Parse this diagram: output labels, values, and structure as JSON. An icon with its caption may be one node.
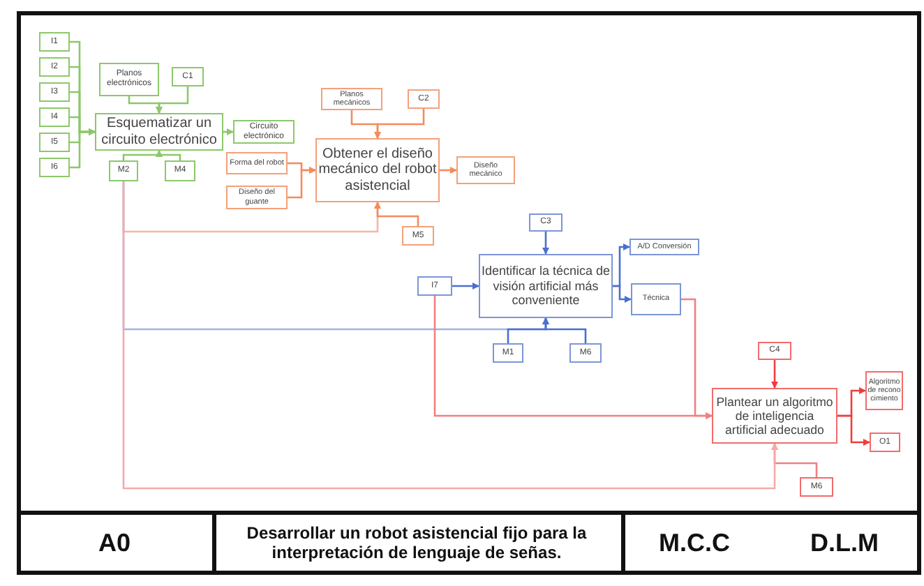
{
  "diagram": {
    "nodes": [
      {
        "text": [
          "I1"
        ]
      },
      {
        "text": [
          "I2"
        ]
      },
      {
        "text": [
          "I3"
        ]
      },
      {
        "text": [
          "I4"
        ]
      },
      {
        "text": [
          "I5"
        ]
      },
      {
        "text": [
          "I6"
        ]
      },
      {
        "text": [
          "Planos electrónicos"
        ]
      },
      {
        "text": [
          "C1"
        ]
      },
      {
        "text": [
          "Esquematizar un circuito electrónico"
        ]
      },
      {
        "text": [
          "Circuito electrónico"
        ]
      },
      {
        "text": [
          "M2"
        ]
      },
      {
        "text": [
          "M4"
        ]
      },
      {
        "text": [
          "Planos mecánicos"
        ]
      },
      {
        "text": [
          "C2"
        ]
      },
      {
        "text": [
          "Forma del robot"
        ]
      },
      {
        "text": [
          "Diseño del guante"
        ]
      },
      {
        "text": [
          "Obtener el diseño mecánico del robot asistencial"
        ]
      },
      {
        "text": [
          "Diseño mecánico"
        ]
      },
      {
        "text": [
          "M5"
        ]
      },
      {
        "text": [
          "C3"
        ]
      },
      {
        "text": [
          "I7"
        ]
      },
      {
        "text": [
          "Identificar la técnica de visión artificial más conveniente"
        ]
      },
      {
        "text": [
          "A/D Conversión"
        ]
      },
      {
        "text": [
          "Técnica"
        ]
      },
      {
        "text": [
          "M1"
        ]
      },
      {
        "text": [
          "M6"
        ]
      },
      {
        "text": [
          "C4"
        ]
      },
      {
        "text": [
          "Plantear un algoritmo de inteligencia artificial adecuado"
        ]
      },
      {
        "text": [
          "Algoritmo de reconocimiento"
        ]
      },
      {
        "text": [
          "O1"
        ]
      },
      {
        "text": [
          "M6"
        ]
      }
    ],
    "edges": [
      {
        "from": 0,
        "to": 8,
        "arrow": "to"
      },
      {
        "from": 1,
        "to": 8,
        "arrow": "to"
      },
      {
        "from": 2,
        "to": 8,
        "arrow": "to"
      },
      {
        "from": 3,
        "to": 8,
        "arrow": "to"
      },
      {
        "from": 4,
        "to": 8,
        "arrow": "to"
      },
      {
        "from": 5,
        "to": 8,
        "arrow": "to"
      },
      {
        "from": 6,
        "to": 8,
        "arrow": "to"
      },
      {
        "from": 7,
        "to": 8,
        "arrow": "to"
      },
      {
        "from": 8,
        "to": 9,
        "arrow": "to"
      },
      {
        "from": 10,
        "to": 8,
        "arrow": "to"
      },
      {
        "from": 11,
        "to": 8,
        "arrow": "to"
      },
      {
        "from": 12,
        "to": 16,
        "arrow": "to",
        "color": "#f28c5c"
      },
      {
        "from": 13,
        "to": 16,
        "arrow": "to",
        "color": "#f28c5c"
      },
      {
        "from": 14,
        "to": 16,
        "arrow": "to",
        "color": "#f28c5c"
      },
      {
        "from": 15,
        "to": 16,
        "arrow": "to",
        "color": "#f28c5c"
      },
      {
        "from": 16,
        "to": 17,
        "arrow": "to",
        "color": "#f28c5c"
      },
      {
        "from": 10,
        "to": 16,
        "arrow": "to",
        "color": "#f8b4a8"
      },
      {
        "from": 18,
        "to": 16,
        "arrow": "to",
        "color": "#f28c5c"
      },
      {
        "from": 10,
        "to": 21,
        "arrow": "to",
        "color": "#9fb3e6"
      },
      {
        "from": 19,
        "to": 21,
        "arrow": "to",
        "color": "#4a6fd0"
      },
      {
        "from": 20,
        "to": 21,
        "arrow": "to",
        "color": "#4a6fd0"
      },
      {
        "from": 24,
        "to": 21,
        "arrow": "to",
        "color": "#4a6fd0"
      },
      {
        "from": 25,
        "to": 21,
        "arrow": "to",
        "color": "#4a6fd0"
      },
      {
        "from": 21,
        "to": 22,
        "arrow": "to",
        "color": "#4a6fd0"
      },
      {
        "from": 21,
        "to": 23,
        "arrow": "to",
        "color": "#4a6fd0"
      },
      {
        "from": 23,
        "to": 27,
        "arrow": "to",
        "color": "#f08080"
      },
      {
        "from": 20,
        "to": 27,
        "arrow": "to",
        "color": "#f08080"
      },
      {
        "from": 26,
        "to": 27,
        "arrow": "to",
        "color": "#f03c3c"
      },
      {
        "from": 30,
        "to": 27,
        "arrow": "to",
        "color": "#f08080"
      },
      {
        "from": 10,
        "to": 27,
        "arrow": "to",
        "color": "#f8a8a8"
      },
      {
        "from": 27,
        "to": 28,
        "arrow": "to",
        "color": "#f03c3c"
      },
      {
        "from": 27,
        "to": 29,
        "arrow": "to",
        "color": "#f03c3c"
      }
    ],
    "labels": [
      "A0",
      "Desarrollar un robot asistencial fijo para la interpretación de lenguaje de señas.",
      "M.C.C",
      "D.L.M"
    ]
  }
}
